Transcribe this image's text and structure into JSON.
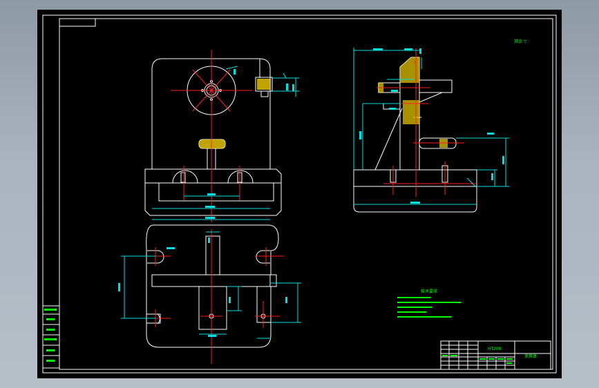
{
  "drawing": {
    "palette": {
      "background": "#000000",
      "frame": "#ffffff",
      "outline": "#ffffff",
      "centerline": "#ff2020",
      "dimension": "#00e0e0",
      "notes": "#00ff00",
      "hatch": "#e0c000",
      "titleblock": "#ffffff"
    },
    "notes_heading": "技术要求",
    "roughness_symbol": "其余 ▽",
    "title_block": {
      "part_name": "夹具体",
      "drawing_no": "HT200"
    }
  }
}
